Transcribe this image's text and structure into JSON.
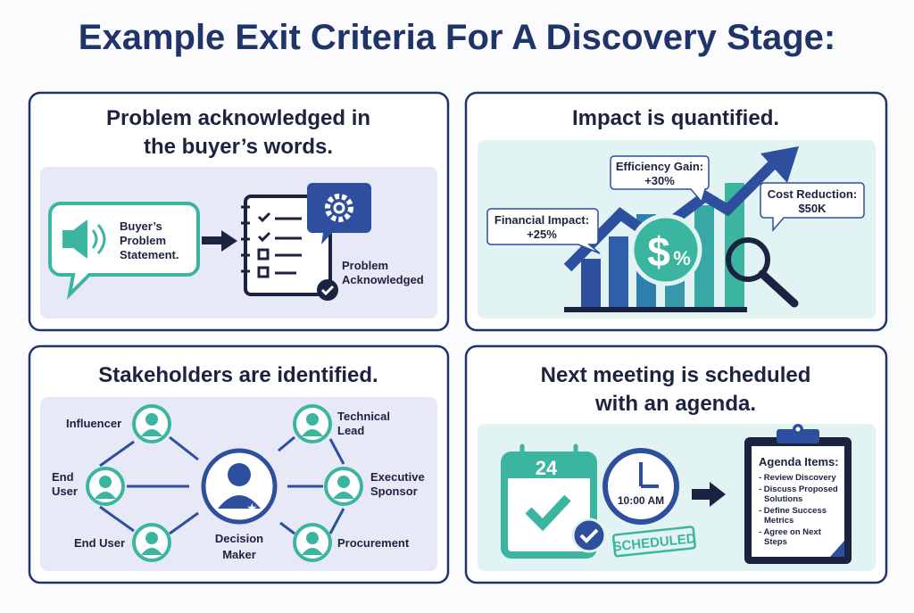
{
  "title": "Example Exit Criteria For A Discovery Stage:",
  "colors": {
    "navy": "#1f3468",
    "blue": "#2e4f9e",
    "teal": "#3bb5a0",
    "lavender": "#e7e9f6",
    "mint": "#e2f3f3"
  },
  "panels": {
    "problem": {
      "heading": [
        "Problem acknowledged in",
        "the buyer’s words."
      ],
      "bubble_text": [
        "Buyer’s",
        "Problem",
        "Statement."
      ],
      "result_text": [
        "Problem",
        "Acknowledged"
      ],
      "icons": [
        "speaker-icon",
        "arrow-right-icon",
        "checklist-icon",
        "gear-icon",
        "check-circle-icon"
      ]
    },
    "impact": {
      "heading": "Impact is quantified.",
      "callouts": [
        {
          "label": "Financial Impact:",
          "value": "+25%"
        },
        {
          "label": "Efficiency Gain:",
          "value": "+30%"
        },
        {
          "label": "Cost Reduction:",
          "value": "$50K"
        }
      ],
      "badge_dollar": "$",
      "badge_percent": "%",
      "icons": [
        "bar-chart-icon",
        "trend-arrow-icon",
        "magnifier-icon"
      ]
    },
    "stakeholders": {
      "heading": "Stakeholders are identified.",
      "center": [
        "Decision",
        "Maker"
      ],
      "roles": {
        "influencer": [
          "Influencer"
        ],
        "end_user_1": [
          "End",
          "User"
        ],
        "end_user_2": [
          "End User"
        ],
        "technical_lead": [
          "Technical",
          "Lead"
        ],
        "executive_sponsor": [
          "Executive",
          "Sponsor"
        ],
        "procurement": [
          "Procurement"
        ]
      }
    },
    "meeting": {
      "heading": [
        "Next meeting is scheduled",
        "with an agenda."
      ],
      "calendar_day": "24",
      "clock_time": "10:00 AM",
      "stamp": "SCHEDULED",
      "agenda_title": "Agenda Items:",
      "agenda_items": [
        [
          "- Review Discovery"
        ],
        [
          "- Discuss Proposed",
          "Solutions"
        ],
        [
          "- Define Success",
          "Metrics"
        ],
        [
          "- Agree on Next",
          "Steps"
        ]
      ]
    }
  }
}
